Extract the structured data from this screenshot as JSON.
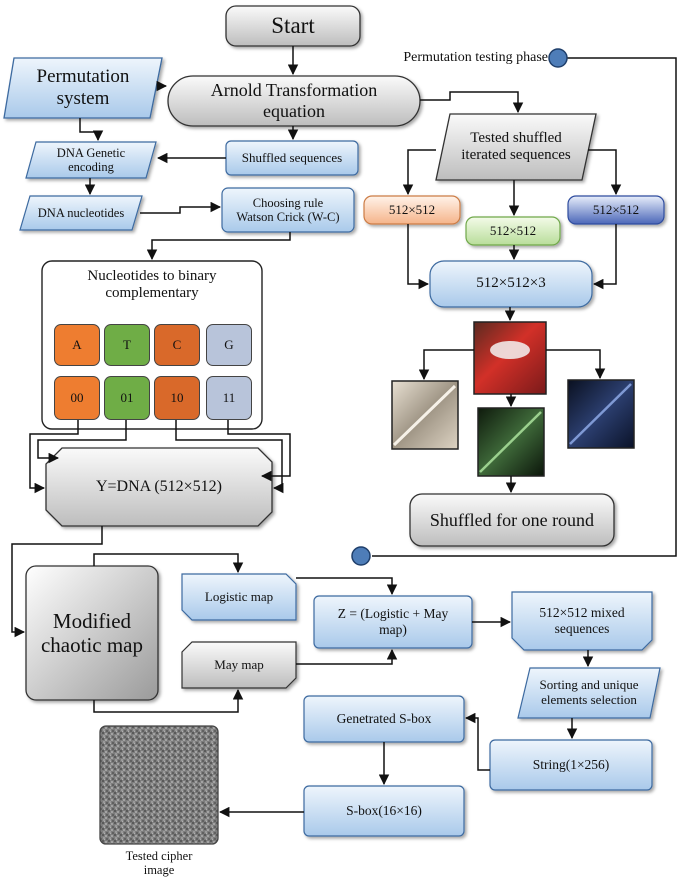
{
  "diagram": {
    "start": "Start",
    "arnold": "Arnold Transformation\nequation",
    "permutation_system": "Permutation\nsystem",
    "permutation_phase": "Permutation testing phase",
    "dna_genetic": "DNA Genetic\nencoding",
    "shuffled_sequences": "Shuffled sequences",
    "dna_nucleotides": "DNA nucleotides",
    "choosing_rule": "Choosing rule\nWatson Crick (W-C)",
    "tested_shuffled": "Tested shuffled\niterated sequences",
    "size_red": "512×512",
    "size_green": "512×512",
    "size_blue": "512×512",
    "combined": "512×512×3",
    "nucleotides_title": "Nucleotides to binary\ncomplementary",
    "nucleotides": [
      "A",
      "T",
      "C",
      "G"
    ],
    "binary": [
      "00",
      "01",
      "10",
      "11"
    ],
    "y_dna": "Y=DNA (512×512)",
    "shuffled_round": "Shuffled for one round",
    "modified_map": "Modified\nchaotic map",
    "logistic": "Logistic map",
    "may": "May map",
    "z_eq": "Z = (Logistic + May\nmap)",
    "mixed": "512×512 mixed\nsequences",
    "sorting": "Sorting and unique\nelements selection",
    "generated_sbox": "Genetrated S-box",
    "string": "String(1×256)",
    "sbox": "S-box(16×16)",
    "cipher_caption": "Tested cipher\nimage"
  },
  "colors": {
    "blue_fill": "#c9dff3",
    "blue_border": "#3c6aa0",
    "gray_fill": "#e2e2e2",
    "orange_tile": "#ee7d30",
    "green_tile": "#6fad46",
    "dark_orange_tile": "#d9692a",
    "lavender_tile": "#b8c4da",
    "dot": "#4e7db8"
  }
}
